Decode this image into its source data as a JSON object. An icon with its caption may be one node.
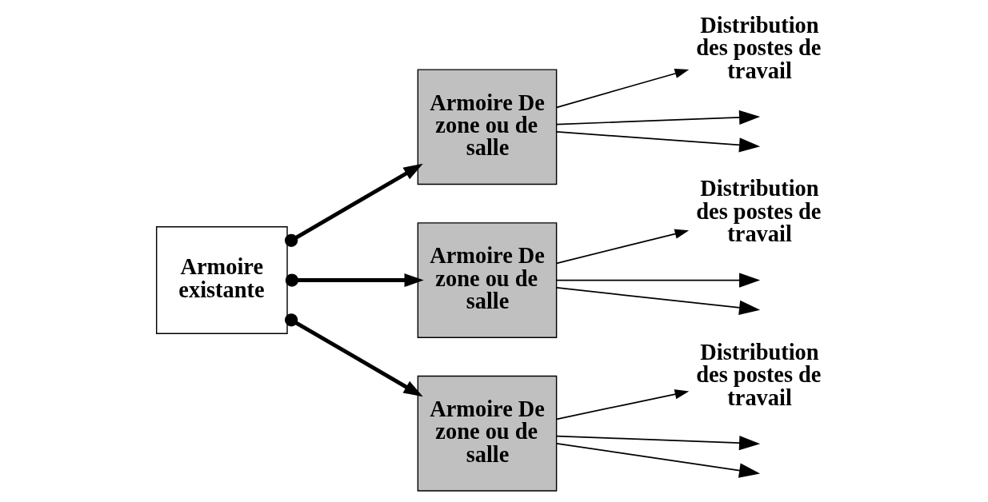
{
  "diagram": {
    "nodes": [
      {
        "text": [
          "Armoire existante"
        ]
      },
      {
        "text": [
          "Armoire De zone ou de salle"
        ]
      },
      {
        "text": [
          "Distribution des postes de travail"
        ]
      },
      {
        "text": [
          "Armoire De zone ou de salle"
        ]
      },
      {
        "text": [
          "Distribution des postes de travail"
        ]
      },
      {
        "text": [
          "Armoire De zone ou de salle"
        ]
      },
      {
        "text": [
          "Distribution des postes de travail"
        ]
      }
    ],
    "edges": [
      {
        "from": 0,
        "to": 1,
        "arrow": "to",
        "style": "thick"
      },
      {
        "from": 0,
        "to": 3,
        "arrow": "to",
        "style": "thick"
      },
      {
        "from": 0,
        "to": 5,
        "arrow": "to",
        "style": "thick"
      },
      {
        "from": 1,
        "to": null,
        "arrow": "to"
      },
      {
        "from": 1,
        "to": null,
        "arrow": "to"
      },
      {
        "from": 1,
        "to": 2,
        "arrow": "to"
      },
      {
        "from": 3,
        "to": null,
        "arrow": "to"
      },
      {
        "from": 3,
        "to": null,
        "arrow": "to"
      },
      {
        "from": 3,
        "to": 4,
        "arrow": "to"
      },
      {
        "from": 5,
        "to": null,
        "arrow": "to"
      },
      {
        "from": 5,
        "to": null,
        "arrow": "to"
      },
      {
        "from": 5,
        "to": 6,
        "arrow": "to"
      }
    ]
  }
}
